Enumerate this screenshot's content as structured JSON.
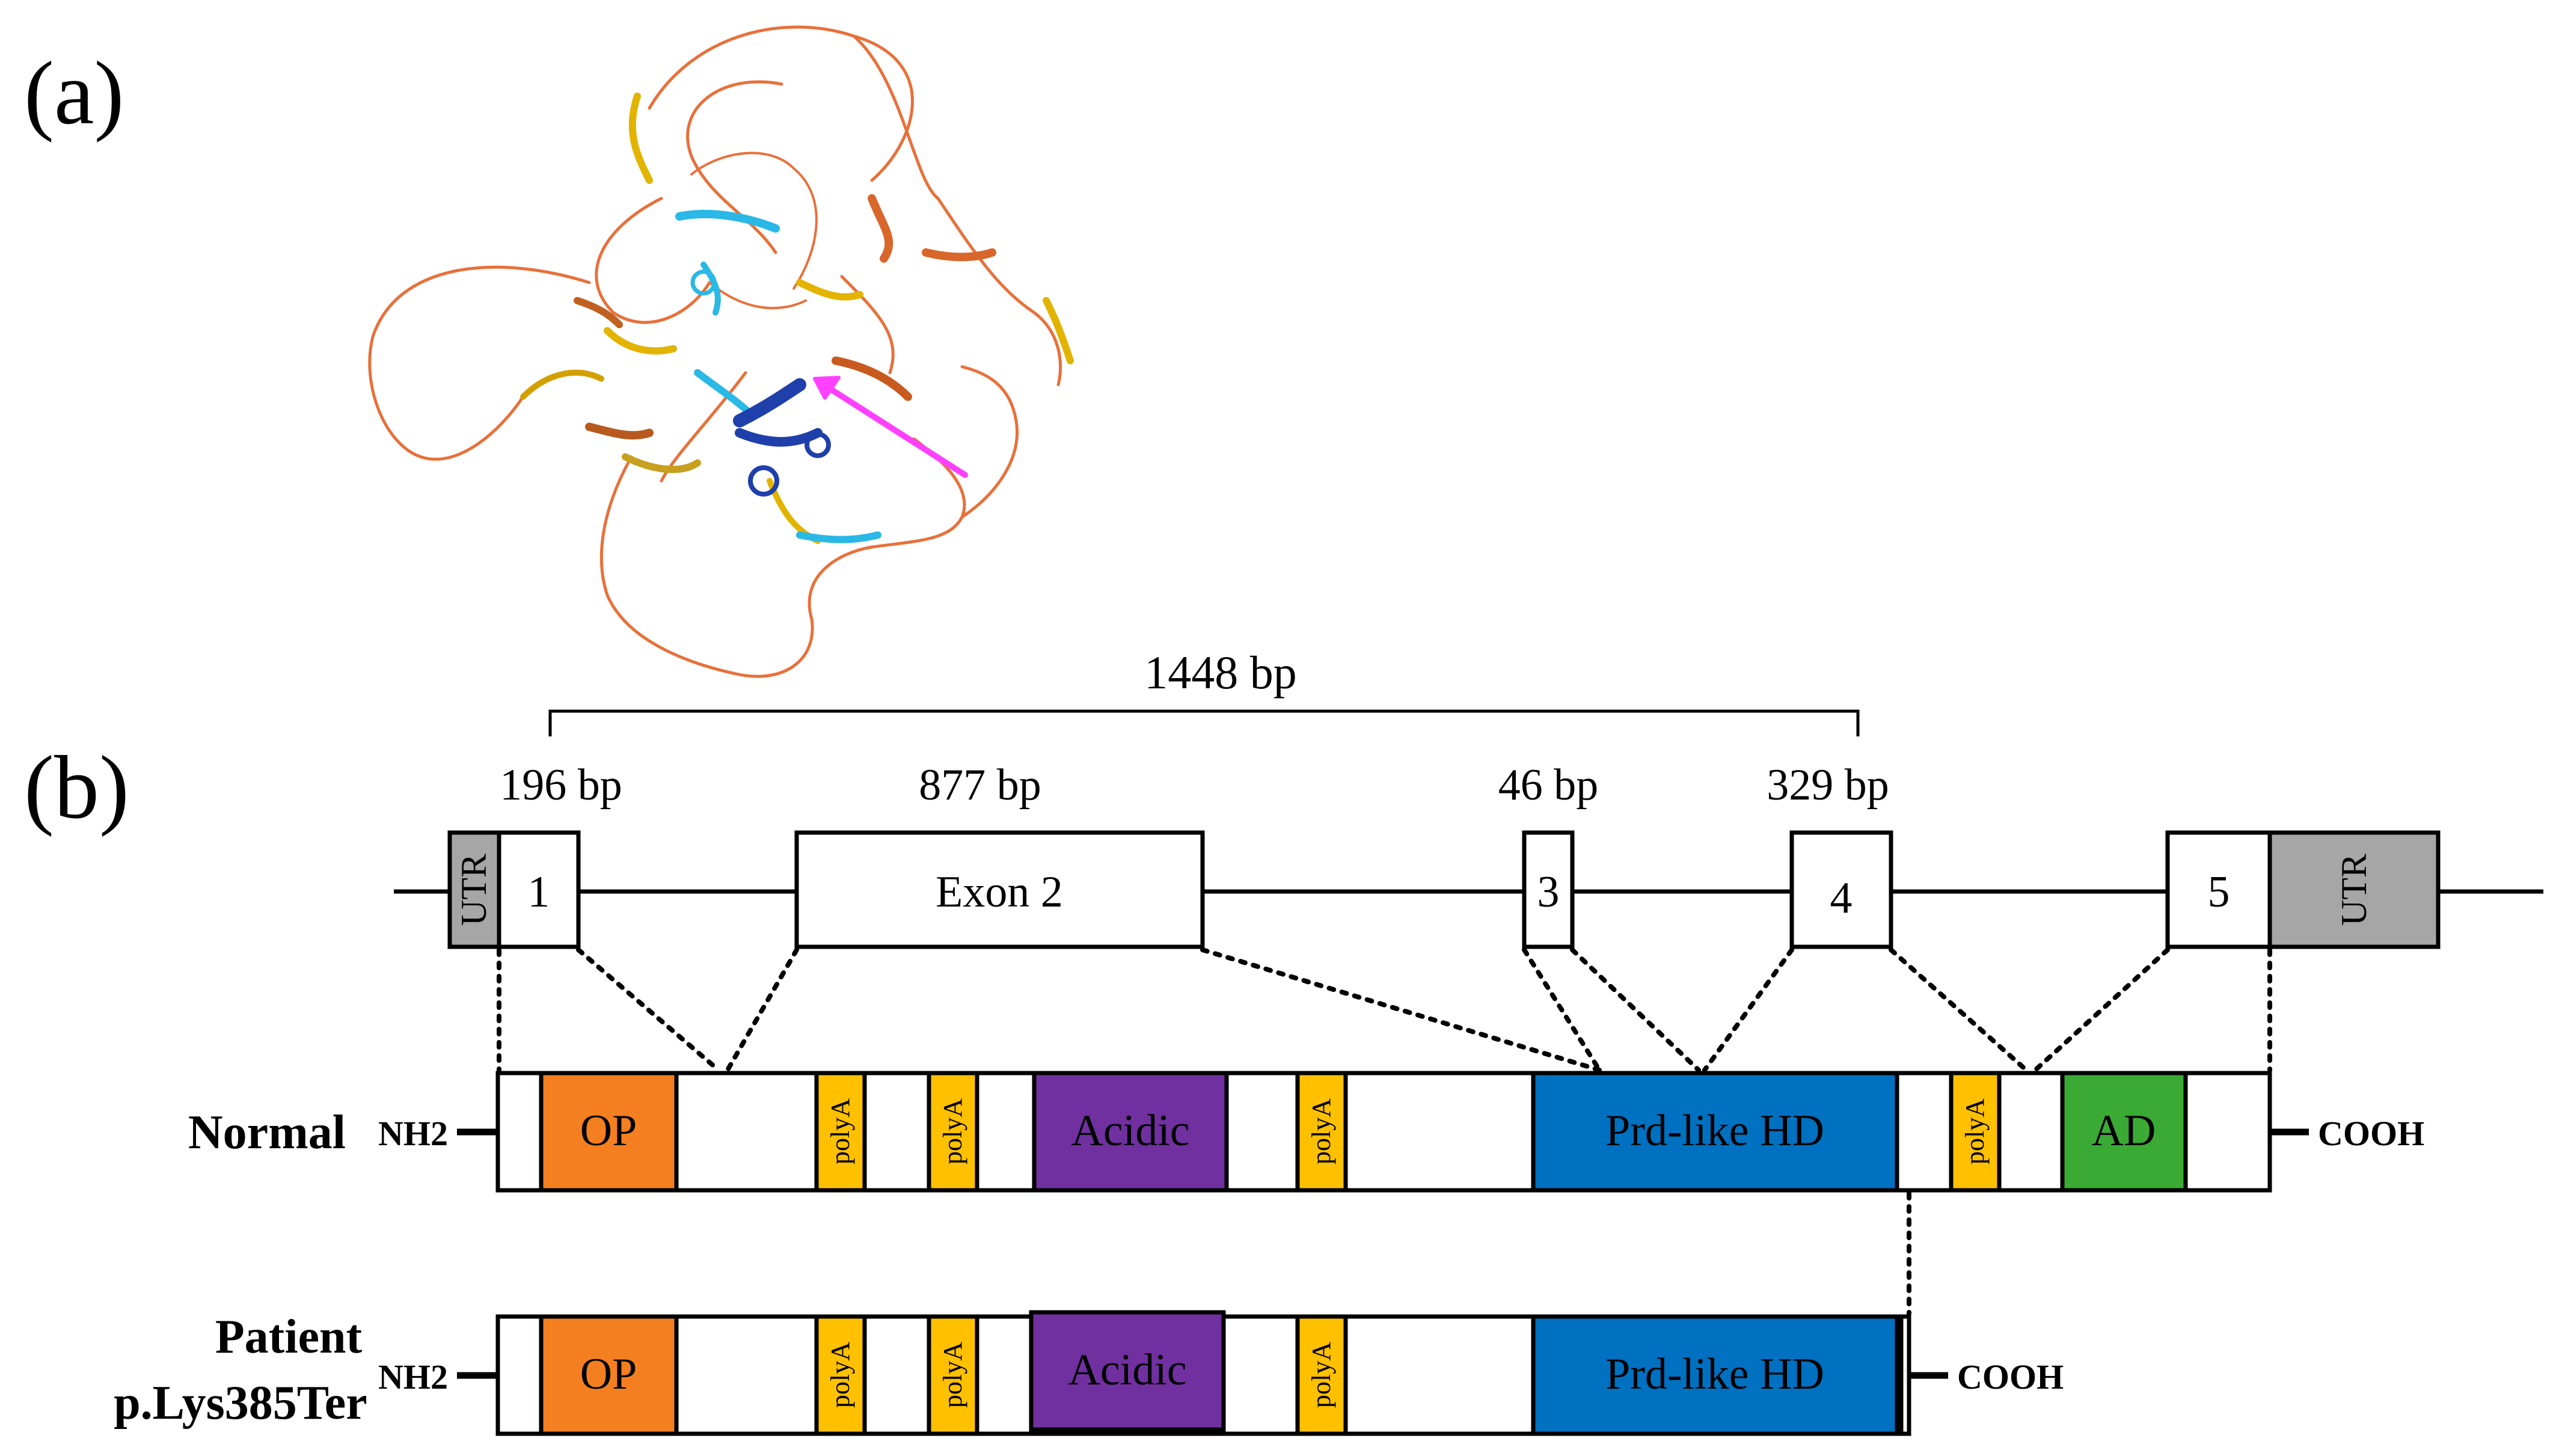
{
  "panel_labels": {
    "a": "(a)",
    "b": "(b)"
  },
  "colors": {
    "op": "#F47F20",
    "polyA": "#FFC000",
    "acidic": "#7030A0",
    "homeodomain": "#0070C0",
    "ad": "#3AAA35",
    "utr": "#A6A6A6",
    "arrow": "#FF40FF",
    "line": "#000000"
  },
  "gene": {
    "span_label": "1448 bp",
    "exon_sizes": [
      "196 bp",
      "877 bp",
      "46 bp",
      "329 bp"
    ],
    "utr_label": "UTR",
    "exon_labels": [
      "1",
      "Exon 2",
      "3",
      "4",
      "5"
    ]
  },
  "domains": {
    "op": "OP",
    "polyA": "polyA",
    "acidic": "Acidic",
    "homeodomain": "Prd-like HD",
    "ad": "AD"
  },
  "proteins": {
    "normal": {
      "name": "Normal",
      "n_term": "NH2",
      "c_term": "COOH"
    },
    "patient": {
      "name": "Patient",
      "variant": "p.Lys385Ter",
      "n_term": "NH2",
      "c_term": "COOH"
    }
  }
}
